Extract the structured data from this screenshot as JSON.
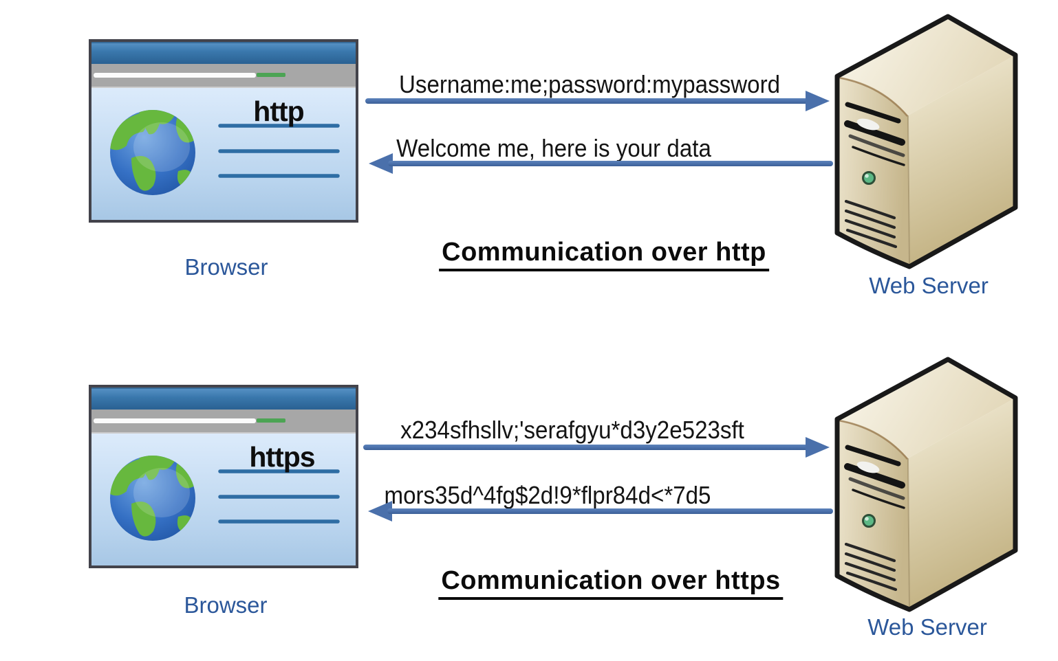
{
  "sections": {
    "http": {
      "protocol": "http",
      "browser_label": "Browser",
      "server_label": "Web Server",
      "request_message": "Username:me;password:mypassword",
      "response_message": "Welcome me, here is your data",
      "title": "Communication over http"
    },
    "https": {
      "protocol": "https",
      "browser_label": "Browser",
      "server_label": "Web Server",
      "request_message": "x234sfhsllv;'serafgyu*d3y2e523sft",
      "response_message": "mors35d^4fg$2d!9*flpr84d<*7d5",
      "title": "Communication over https"
    }
  },
  "colors": {
    "background": "#ffffff",
    "arrow": "#4a70ab",
    "label_text": "#2b579a",
    "title_text": "#0b0b0b",
    "message_text": "#141414",
    "browser_line": "#2e6da4",
    "progress_green": "#4ca454",
    "globe_ocean": "#2a62b8",
    "globe_land": "#67b83e",
    "server_body": "#d9cba4"
  }
}
